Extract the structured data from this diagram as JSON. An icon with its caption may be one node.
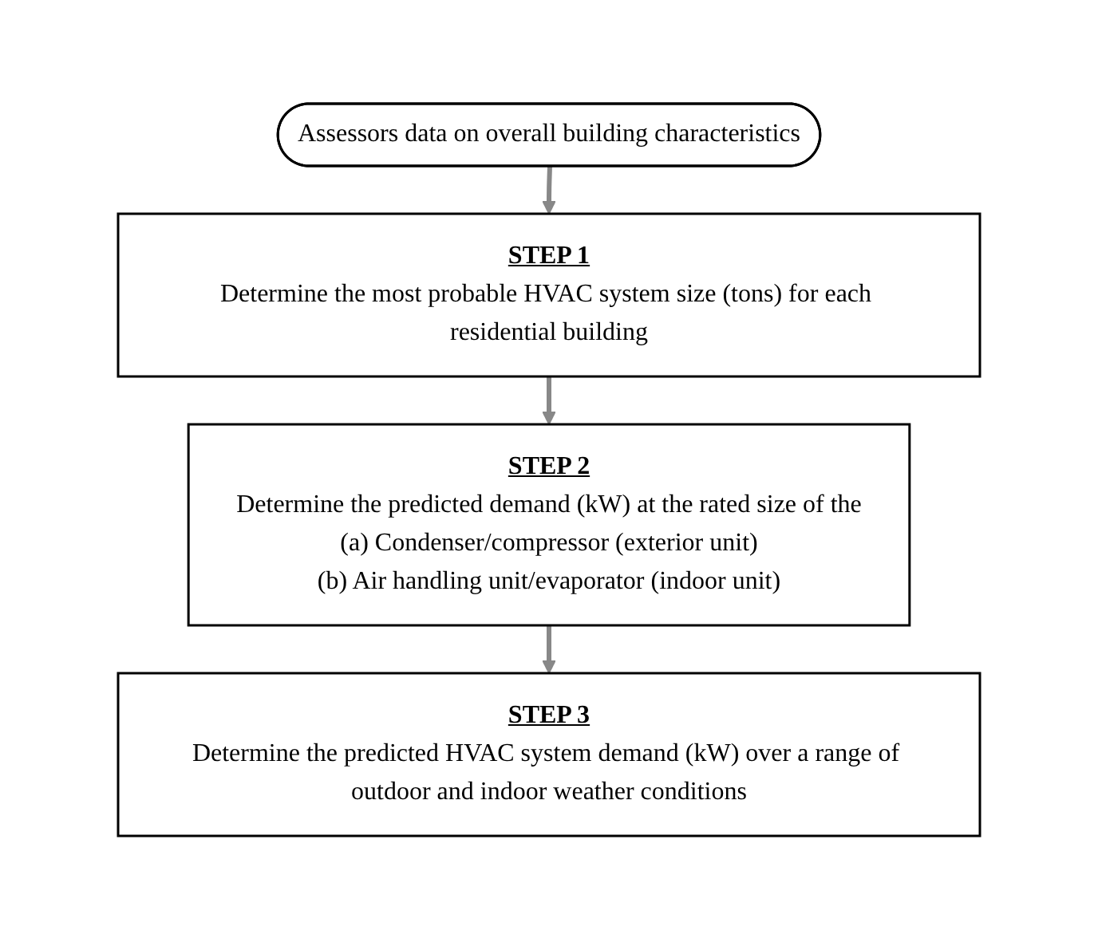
{
  "diagram": {
    "nodes": [
      {
        "text": [
          "Assessors data on overall building characteristics"
        ]
      },
      {
        "text": [
          "STEP 1",
          "Determine the most probable HVAC system size (tons) for each residential building"
        ]
      },
      {
        "text": [
          "STEP 2",
          "Determine the predicted demand (kW) at the rated size of the",
          "(a) Condenser/compressor (exterior unit)",
          "(b) Air handling unit/evaporator (indoor unit)"
        ]
      },
      {
        "text": [
          "STEP 3",
          "Determine the predicted HVAC system demand (kW) over a range of outdoor and indoor weather conditions"
        ]
      }
    ],
    "edges": [
      {
        "from": 0,
        "to": 1,
        "arrow": "to"
      },
      {
        "from": 1,
        "to": 2,
        "arrow": "to"
      },
      {
        "from": 2,
        "to": 3,
        "arrow": "to"
      }
    ]
  }
}
